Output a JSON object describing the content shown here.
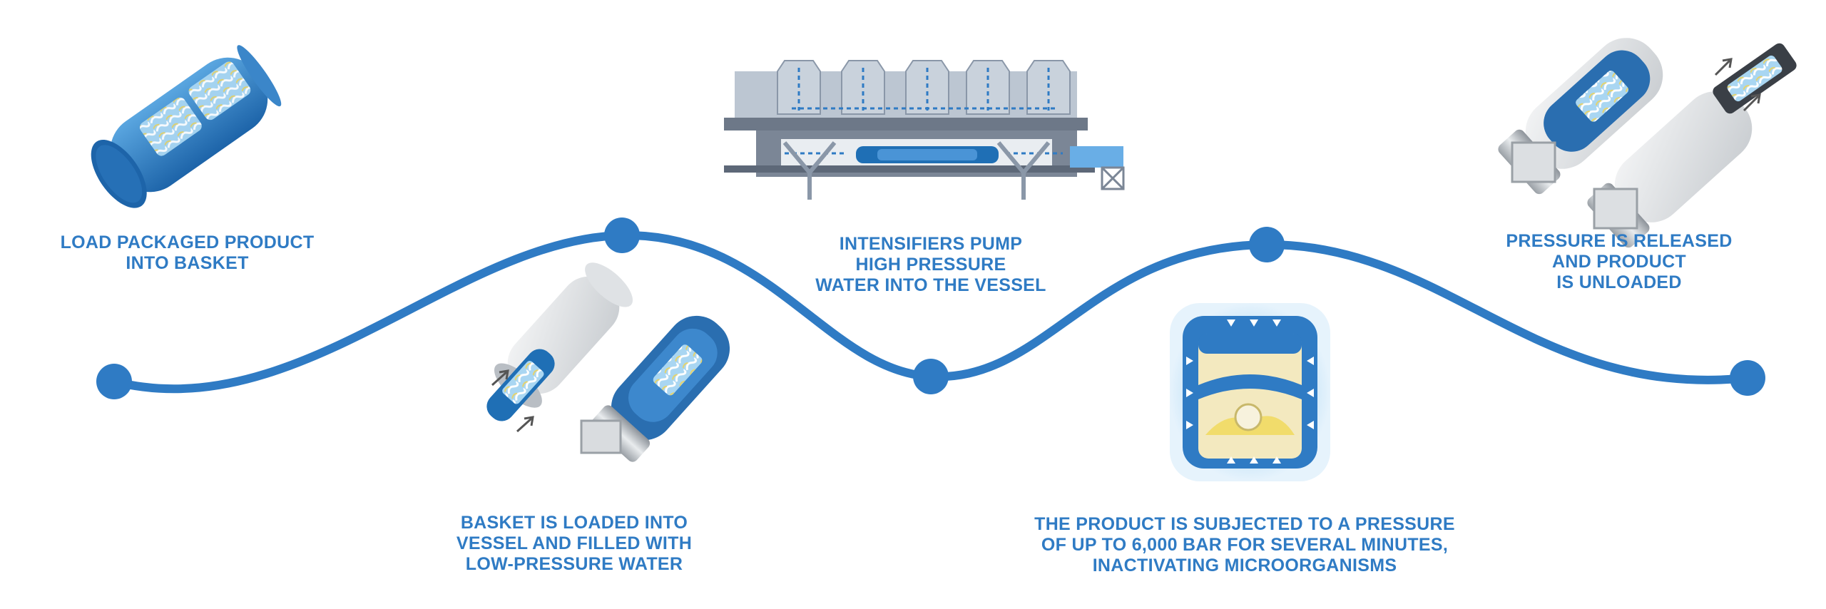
{
  "colors": {
    "accent": "#2f7bc4",
    "accent_dark": "#1f5f9e",
    "accent_light": "#8cc2ea",
    "steel": "#8a97a8",
    "steel_light": "#c9d2dc",
    "cylinder_white": "#e4e6e8"
  },
  "steps": [
    {
      "id": "load",
      "icon": "packaged-product-basket-icon",
      "lines": [
        "LOAD PACKAGED PRODUCT",
        "INTO BASKET"
      ]
    },
    {
      "id": "fill",
      "icon": "basket-into-vessel-icon",
      "lines": [
        "BASKET IS LOADED INTO",
        "VESSEL AND FILLED WITH",
        "LOW-PRESSURE WATER"
      ]
    },
    {
      "id": "pump",
      "icon": "intensifier-pump-machine-icon",
      "lines": [
        "INTENSIFIERS PUMP",
        "HIGH PRESSURE",
        "WATER INTO THE VESSEL"
      ]
    },
    {
      "id": "pressurize",
      "icon": "pressurized-product-tub-icon",
      "lines": [
        "THE PRODUCT IS SUBJECTED TO A PRESSURE",
        "OF UP TO 6,000 BAR FOR SEVERAL MINUTES,",
        "INACTIVATING MICROORGANISMS"
      ]
    },
    {
      "id": "release",
      "icon": "vessel-unloading-icon",
      "lines": [
        "PRESSURE IS RELEASED",
        "AND PRODUCT",
        "IS UNLOADED"
      ]
    }
  ]
}
